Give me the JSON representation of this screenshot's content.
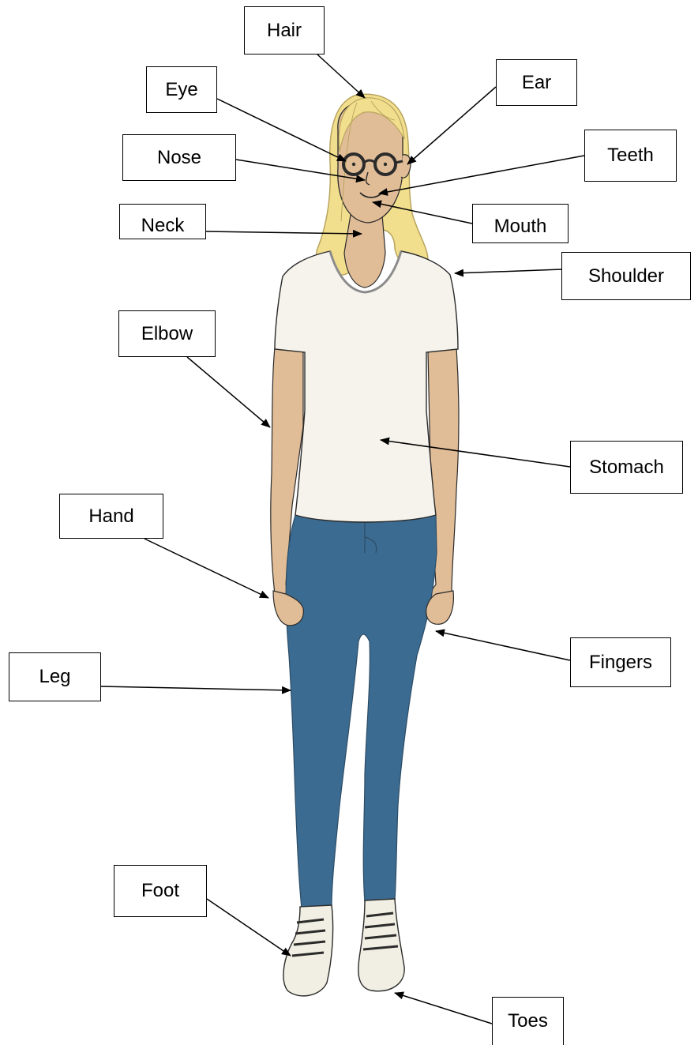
{
  "labels": {
    "hair": "Hair",
    "eye": "Eye",
    "ear": "Ear",
    "nose": "Nose",
    "teeth": "Teeth",
    "neck": "Neck",
    "mouth": "Mouth",
    "shoulder": "Shoulder",
    "elbow": "Elbow",
    "stomach": "Stomach",
    "hand": "Hand",
    "fingers": "Fingers",
    "leg": "Leg",
    "foot": "Foot",
    "toes": "Toes"
  },
  "colors": {
    "hair": "#f2df8e",
    "skin": "#e1bd97",
    "shirt": "#f6f3ec",
    "jeans": "#3c6b91",
    "shoes": "#f1efe3",
    "outline": "#2b2b2b"
  }
}
